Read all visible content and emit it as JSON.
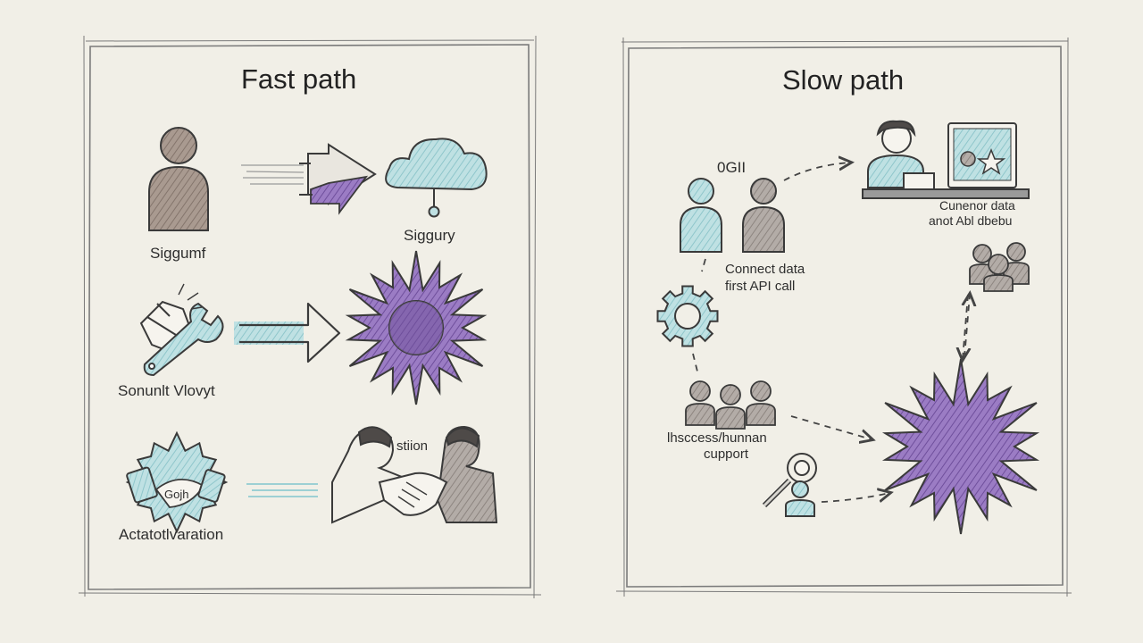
{
  "panels": {
    "fast": {
      "title": "Fast path",
      "labels": {
        "signup": "Siggumf",
        "cloud": "Siggury",
        "tools": "Sonunlt Vlovyt",
        "handshake": "stiion",
        "activation": "Actatotlvaration",
        "badge": "Gojh"
      }
    },
    "slow": {
      "title": "Slow path",
      "labels": {
        "people_tag": "0GII",
        "connect": [
          "Connect data",
          "first API call"
        ],
        "laptop": [
          "Cunenor data",
          "anot Abl dbebu"
        ],
        "support": [
          "lhsccess/hunnan",
          "cupport"
        ]
      }
    }
  },
  "colors": {
    "background": "#f1efe7",
    "frame": "#777777",
    "accent_purple": "#8e6bb8",
    "accent_blue": "#a7d4d8",
    "person_brown": "#9b8a80",
    "ink": "#333333"
  },
  "icons": [
    "person-icon",
    "arrow-plug-icon",
    "cloud-icon",
    "wrench-icon",
    "arrow-icon",
    "starburst-icon",
    "handshake-icon",
    "badge-icon",
    "people-icon",
    "gear-icon",
    "laptop-icon",
    "group-icon",
    "magnifier-person-icon"
  ]
}
